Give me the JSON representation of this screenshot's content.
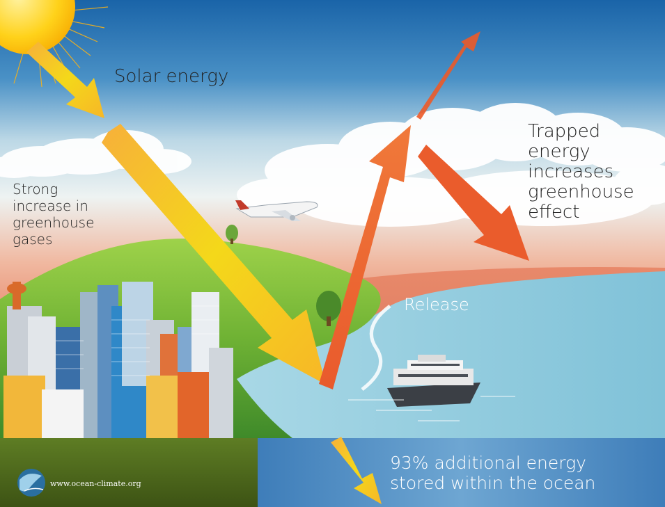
{
  "labels": {
    "solar_energy": "Solar energy",
    "strong_increase": [
      "Strong",
      "increase in",
      "greenhouse",
      "gases"
    ],
    "trapped_energy": [
      "Trapped",
      "energy",
      "increases",
      "greenhouse",
      "effect"
    ],
    "release": "Release",
    "ocean_storage": [
      "93% additional energy",
      "stored within the ocean"
    ],
    "website": "www.ocean-climate.org"
  },
  "icons": [
    "sun-icon",
    "airplane-icon",
    "ship-icon",
    "globe-logo-icon",
    "city-skyline-illustration",
    "cloud-illustration"
  ],
  "colors": {
    "sky_top": "#1f6fb0",
    "sky_haze": "#e6eef0",
    "warm_haze": "#e88a6a",
    "ocean": "#8fc9dc",
    "hill_green": "#7fbf3a",
    "footer_left": "#4f6a1e",
    "footer_right": "#4f8bc3",
    "solar_arrow": "#f2c31c",
    "reflected_arrow": "#ec5a28"
  }
}
